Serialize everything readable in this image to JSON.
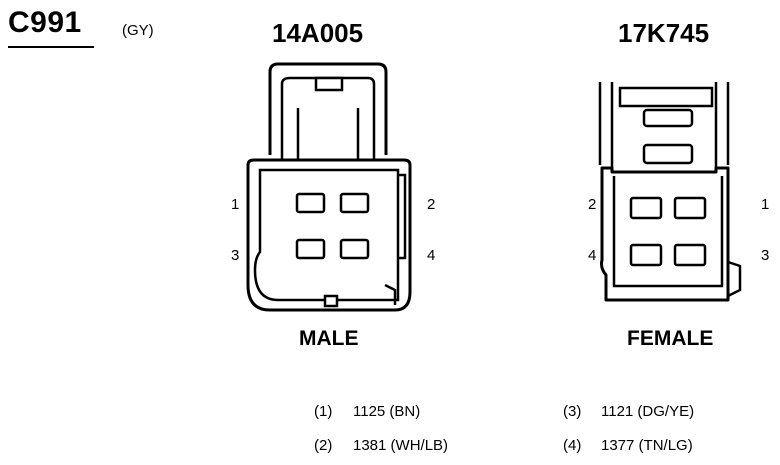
{
  "connector": {
    "id": "C991",
    "color_code": "(GY)"
  },
  "left_part": {
    "part_number": "14A005",
    "gender": "MALE",
    "pins": {
      "top_left": "1",
      "top_right": "2",
      "bottom_left": "3",
      "bottom_right": "4"
    }
  },
  "right_part": {
    "part_number": "17K745",
    "gender": "FEMALE",
    "pins": {
      "top_left": "2",
      "top_right": "1",
      "bottom_left": "4",
      "bottom_right": "3"
    }
  },
  "legend": [
    {
      "pin": "(1)",
      "circuit": "1125 (BN)"
    },
    {
      "pin": "(2)",
      "circuit": "1381 (WH/LB)"
    },
    {
      "pin": "(3)",
      "circuit": "1121 (DG/YE)"
    },
    {
      "pin": "(4)",
      "circuit": "1377 (TN/LG)"
    }
  ]
}
